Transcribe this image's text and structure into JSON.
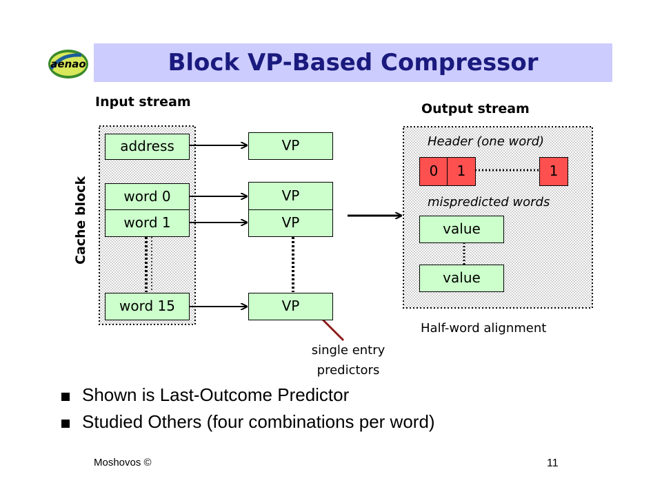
{
  "title": "Block VP-Based Compressor",
  "input_stream_label": "Input stream",
  "output_stream_label": "Output stream",
  "cache_block_label": "Cache block",
  "input_boxes": [
    "address",
    "word 0",
    "word 1",
    "word 15"
  ],
  "vp_label": "VP",
  "header_label": "Header (one word)",
  "header_bits": [
    "0",
    "1",
    "1"
  ],
  "mispredicted_label": "mispredicted words",
  "value_label": "value",
  "half_word_label": "Half-word alignment",
  "single_entry_label": [
    "single entry",
    "predictors"
  ],
  "bullets": [
    "Shown is Last-Outcome Predictor",
    "Studied Others (four combinations per word)"
  ],
  "footer_left": "Moshovos ©",
  "footer_page": "11",
  "logo_text": "aenao",
  "colors": {
    "title_bg": "#ccccff",
    "title_text": "#1a1a7e",
    "box_fill": "#ccffcc",
    "header_cell": "#ff5050",
    "arrow_red": "#8b1a1a"
  }
}
